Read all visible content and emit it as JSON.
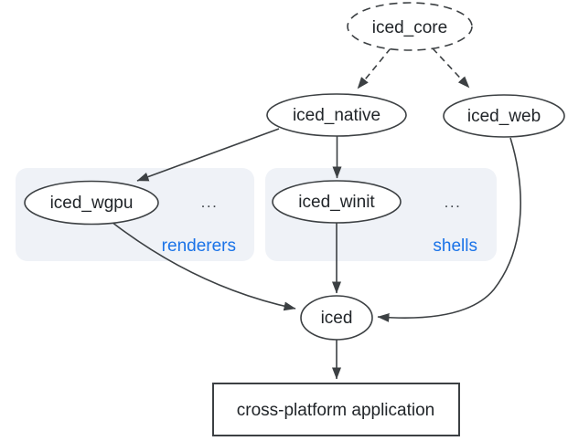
{
  "diagram": {
    "nodes": {
      "iced_core": {
        "label": "iced_core",
        "shape": "ellipse-dashed"
      },
      "iced_native": {
        "label": "iced_native",
        "shape": "ellipse"
      },
      "iced_web": {
        "label": "iced_web",
        "shape": "ellipse"
      },
      "iced_wgpu": {
        "label": "iced_wgpu",
        "shape": "ellipse"
      },
      "iced_winit": {
        "label": "iced_winit",
        "shape": "ellipse"
      },
      "iced": {
        "label": "iced",
        "shape": "ellipse"
      },
      "app": {
        "label": "cross-platform application",
        "shape": "rectangle"
      }
    },
    "groups": {
      "renderers": {
        "label": "renderers",
        "ellipsis": "...",
        "members": [
          "iced_wgpu"
        ]
      },
      "shells": {
        "label": "shells",
        "ellipsis": "...",
        "members": [
          "iced_winit"
        ]
      }
    },
    "edges": [
      {
        "from": "iced_core",
        "to": "iced_native",
        "style": "dashed"
      },
      {
        "from": "iced_core",
        "to": "iced_web",
        "style": "dashed"
      },
      {
        "from": "iced_native",
        "to": "iced_wgpu",
        "style": "solid"
      },
      {
        "from": "iced_native",
        "to": "iced_winit",
        "style": "solid"
      },
      {
        "from": "iced_wgpu",
        "to": "iced",
        "style": "solid"
      },
      {
        "from": "iced_winit",
        "to": "iced",
        "style": "solid"
      },
      {
        "from": "iced_web",
        "to": "iced",
        "style": "solid"
      },
      {
        "from": "iced",
        "to": "app",
        "style": "solid"
      }
    ],
    "colors": {
      "stroke": "#3c4043",
      "text": "#212529",
      "group_label": "#1a73e8",
      "group_fill": "#eff2f7",
      "node_fill": "#ffffff",
      "background": "#ffffff"
    }
  }
}
